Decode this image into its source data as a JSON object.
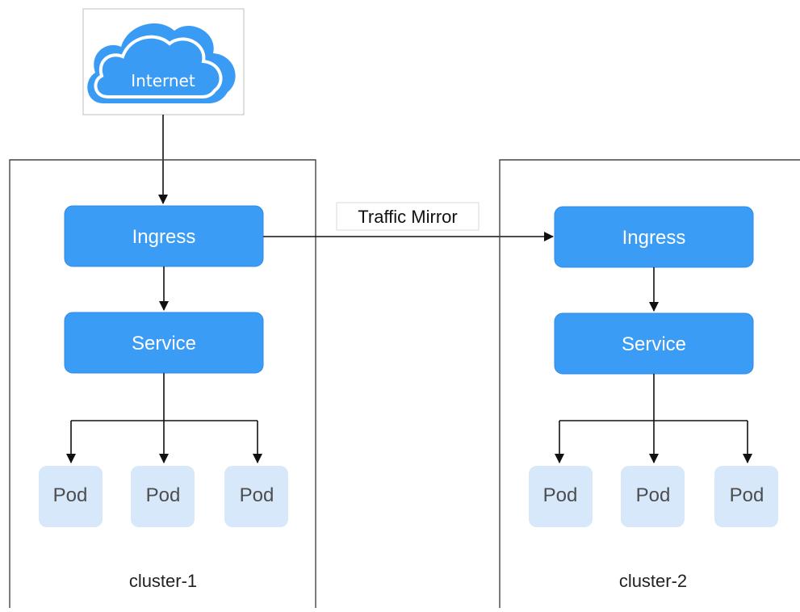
{
  "internet": {
    "label": "Internet",
    "icon": "cloud-icon"
  },
  "edge": {
    "traffic_mirror_label": "Traffic Mirror"
  },
  "clusters": [
    {
      "name": "cluster-1",
      "ingress_label": "Ingress",
      "service_label": "Service",
      "pods": [
        "Pod",
        "Pod",
        "Pod"
      ]
    },
    {
      "name": "cluster-2",
      "ingress_label": "Ingress",
      "service_label": "Service",
      "pods": [
        "Pod",
        "Pod",
        "Pod"
      ]
    }
  ],
  "colors": {
    "node_blue": "#3b9cf6",
    "node_border": "#2f8ae6",
    "pod_fill": "#d7e8fb",
    "cloud_blue": "#3a9bf4",
    "line": "#111111",
    "frame": "#444444"
  }
}
